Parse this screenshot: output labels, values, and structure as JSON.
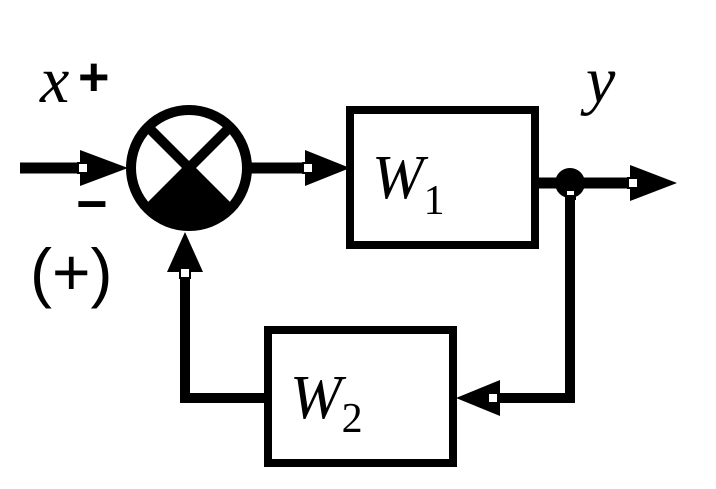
{
  "diagram": {
    "input_label": "x",
    "input_sign": "+",
    "feedback_sign_line": "−",
    "feedback_sign_paren": "(+)",
    "output_label": "y",
    "block1": {
      "symbol": "W",
      "subscript": "1"
    },
    "block2": {
      "symbol": "W",
      "subscript": "2"
    }
  },
  "colors": {
    "stroke": "#000000",
    "fill": "#ffffff"
  }
}
